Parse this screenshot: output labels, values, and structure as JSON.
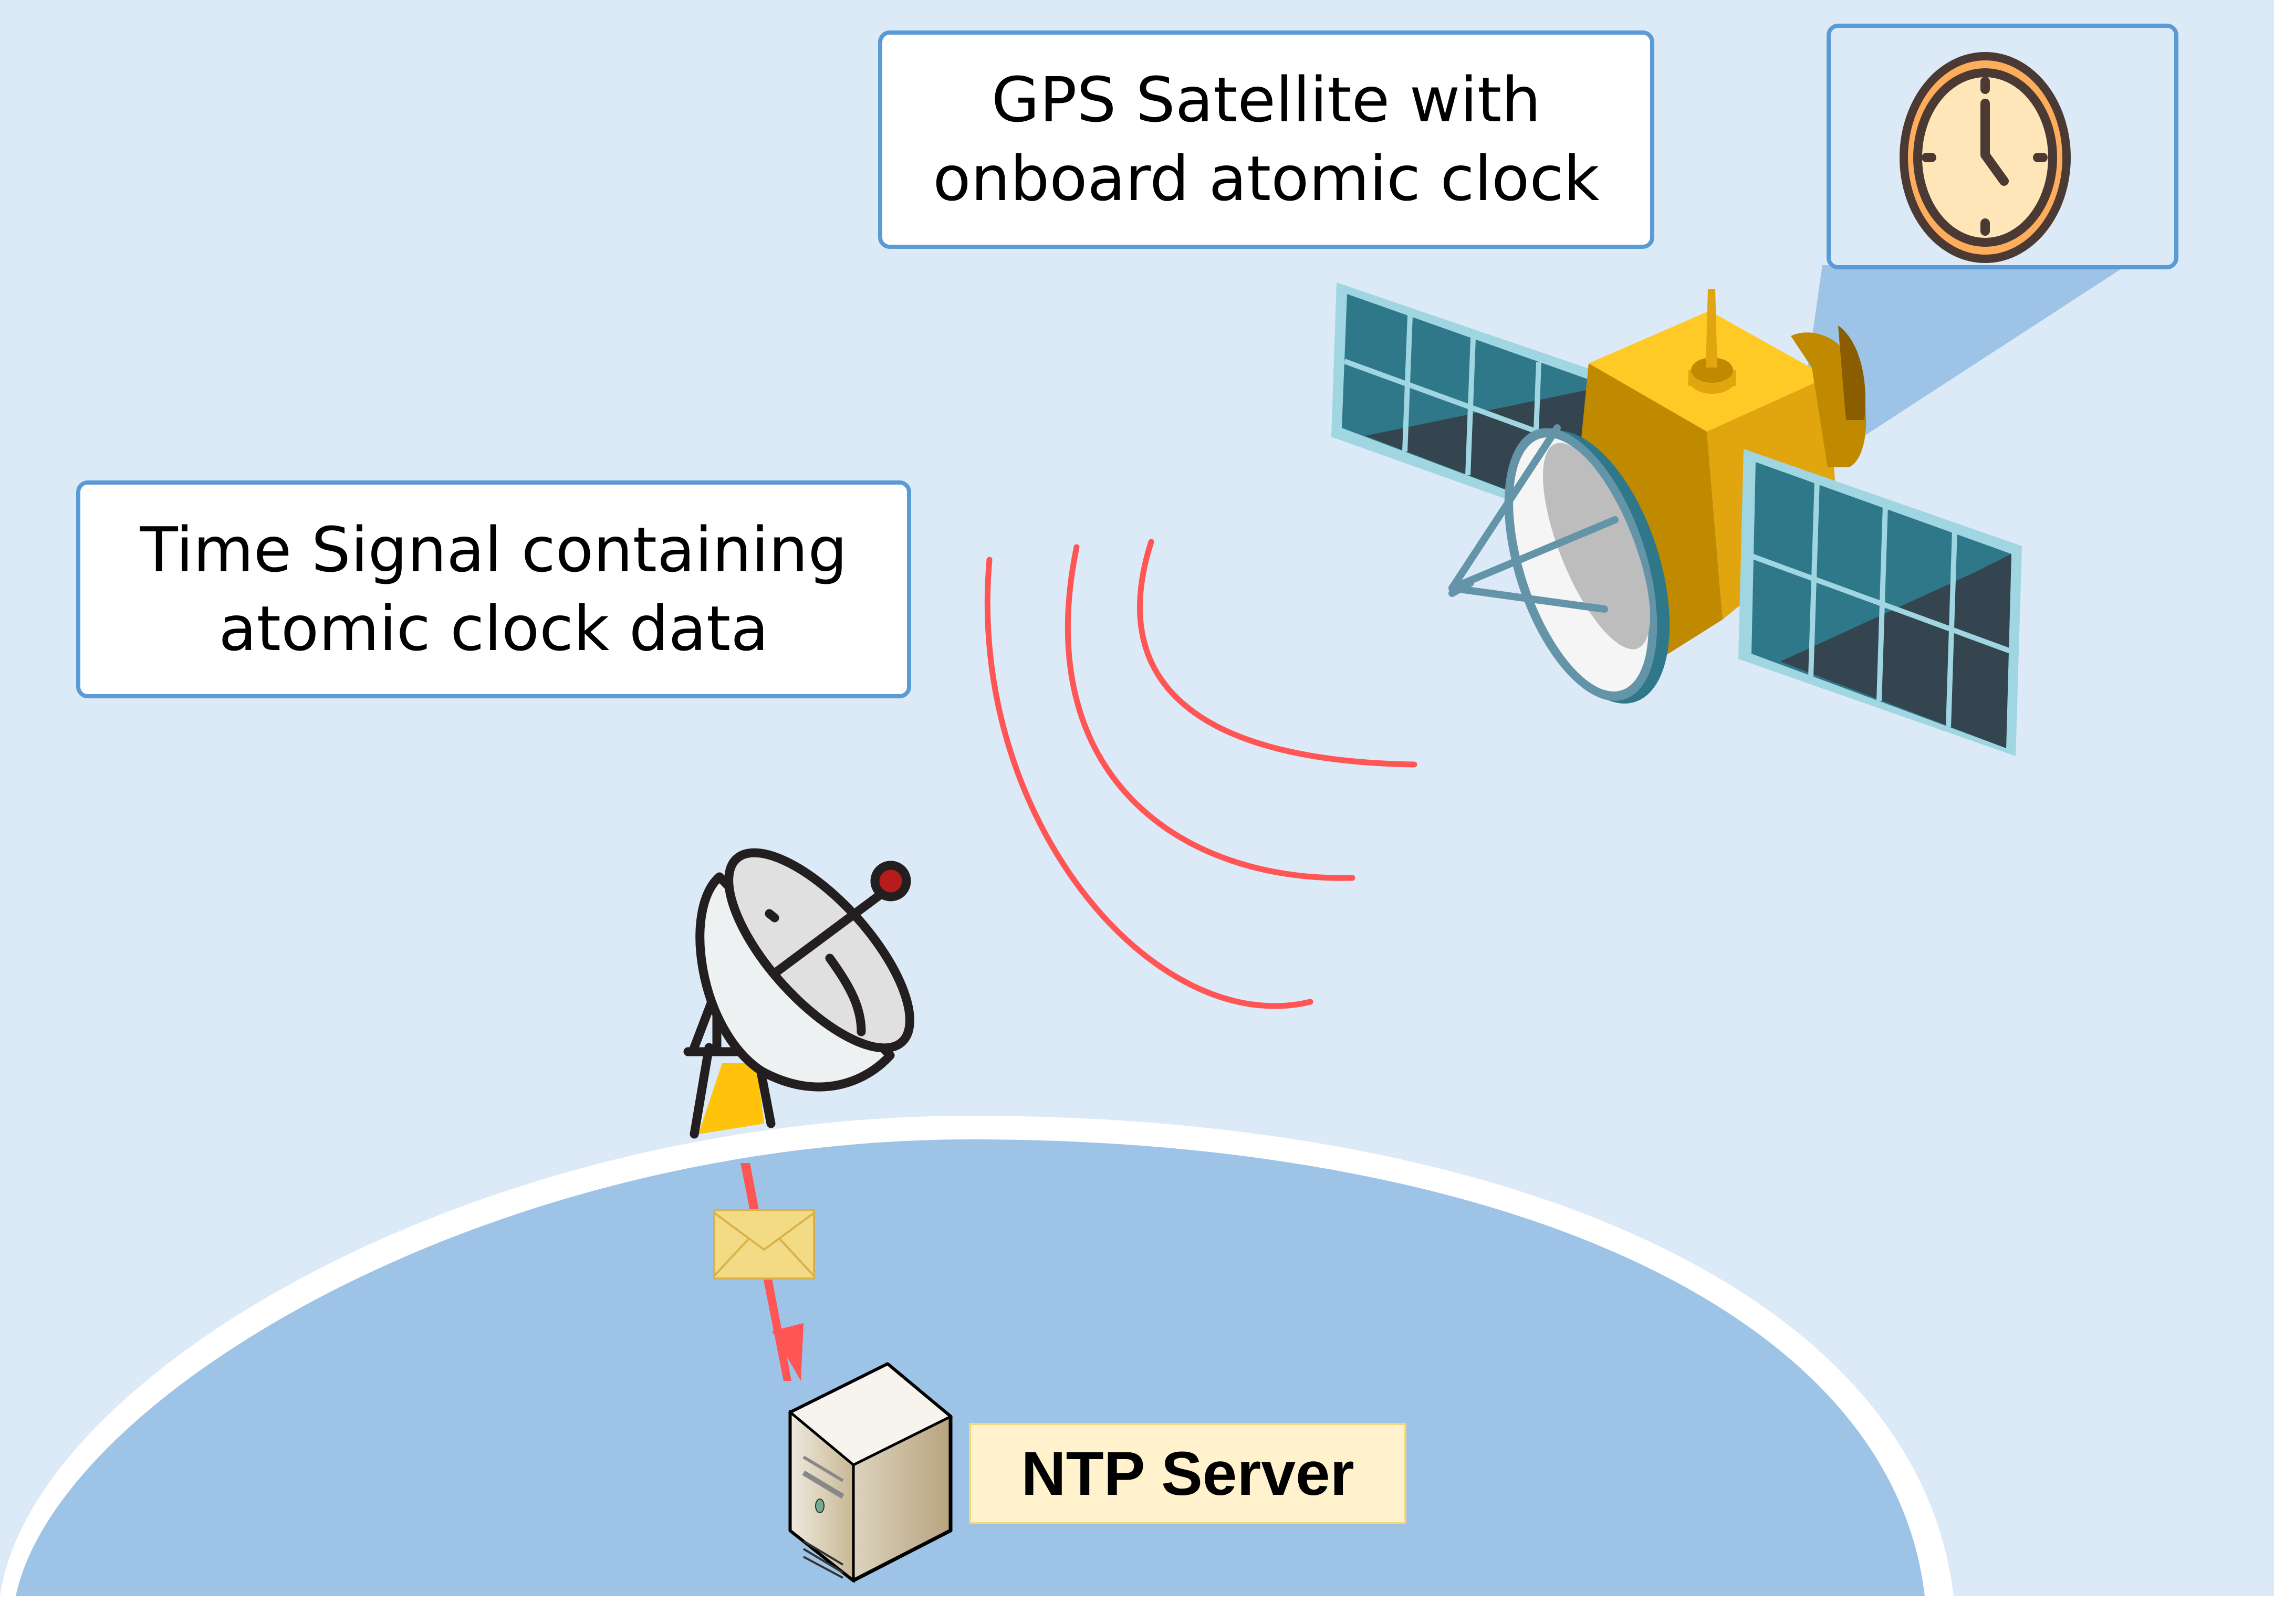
{
  "diagram": {
    "title": "GPS time synchronization to NTP server",
    "satellite_label": {
      "line1": "GPS Satellite with",
      "line2": "onboard atomic clock"
    },
    "signal_label": {
      "line1": "Time Signal containing",
      "line2": "atomic clock data"
    },
    "server_label": "NTP Server",
    "icons": {
      "clock": "clock-icon",
      "satellite": "satellite-icon",
      "ground_antenna": "satellite-dish-icon",
      "message": "envelope-icon",
      "server": "server-icon",
      "signal_waves": "signal-waves-icon"
    },
    "clock_time_shown": "5:00",
    "colors": {
      "background": "#dce9f6",
      "earth": "#9dc3e6",
      "box_border": "#5b9bd5",
      "signal": "#ff5555",
      "satellite_body": "#ffc926",
      "solar_panel": "#2e7889",
      "server_label_bg": "#fff2cc"
    }
  }
}
